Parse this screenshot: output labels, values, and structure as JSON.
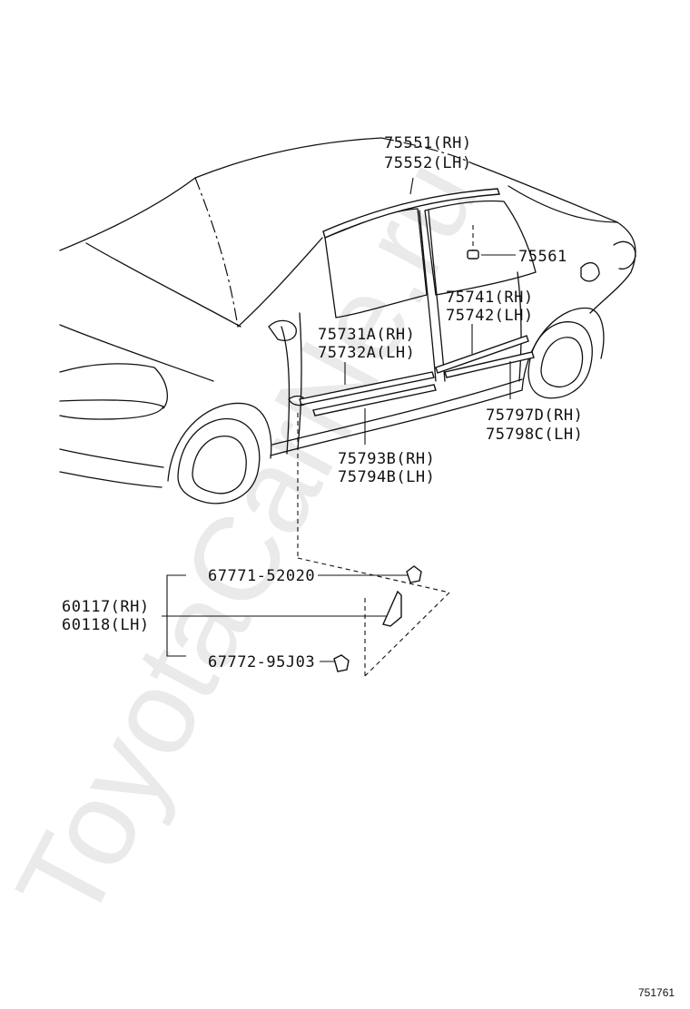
{
  "watermark": "ToyotaCarNe.ru",
  "figure_ref": "751761",
  "callouts": [
    {
      "id": "roof-drip-molding",
      "lines": [
        "75551(RH)",
        "75552(LH)"
      ]
    },
    {
      "id": "clip-75561",
      "lines": [
        "75561"
      ]
    },
    {
      "id": "rear-door-molding",
      "lines": [
        "75741(RH)",
        "75742(LH)"
      ]
    },
    {
      "id": "front-door-molding",
      "lines": [
        "75731A(RH)",
        "75732A(LH)"
      ]
    },
    {
      "id": "rear-door-lower-molding",
      "lines": [
        "75797D(RH)",
        "75798C(LH)"
      ]
    },
    {
      "id": "front-door-lower-molding",
      "lines": [
        "75793B(RH)",
        "75794B(LH)"
      ]
    },
    {
      "id": "screw-67771",
      "lines": [
        "67771-52020"
      ]
    },
    {
      "id": "fender-emblem",
      "lines": [
        "60117(RH)",
        "60118(LH)"
      ]
    },
    {
      "id": "screw-67772",
      "lines": [
        "67772-95J03"
      ]
    }
  ]
}
